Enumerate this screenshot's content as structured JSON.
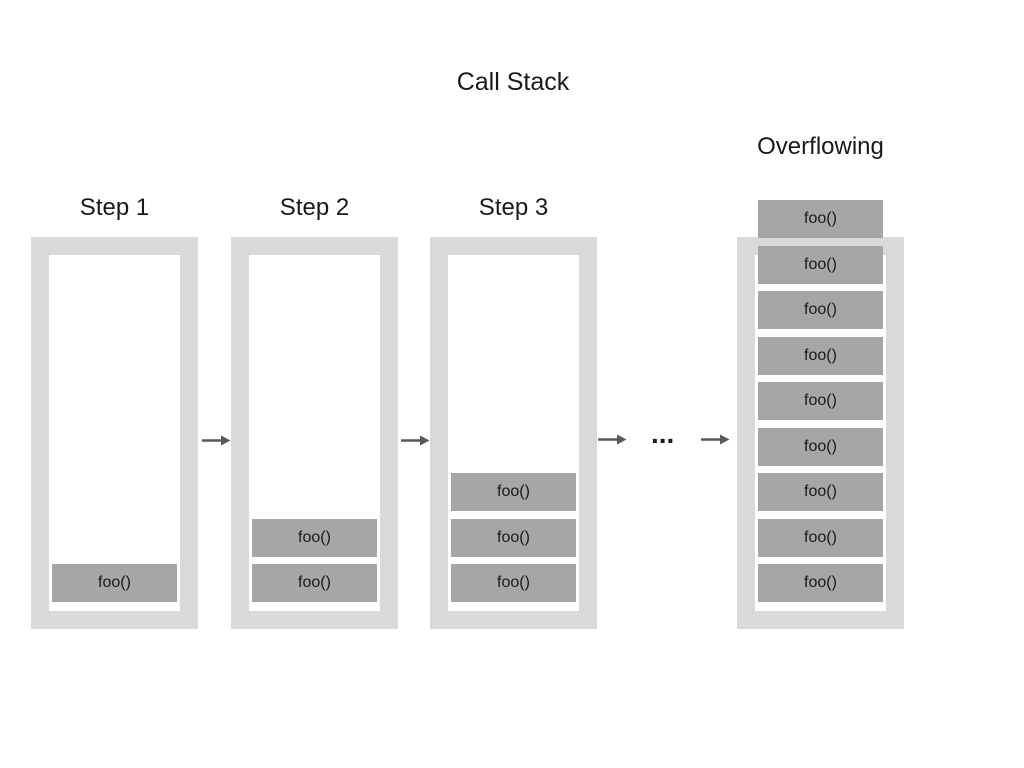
{
  "title": "Call Stack",
  "frame_label": "foo()",
  "stacks": [
    {
      "label": "Step 1",
      "frames": 1
    },
    {
      "label": "Step 2",
      "frames": 2
    },
    {
      "label": "Step 3",
      "frames": 3
    },
    {
      "label": "Overflowing",
      "frames": 9
    }
  ],
  "connectors": {
    "ellipsis": "...",
    "arrow_icon": "right-arrow"
  },
  "colors": {
    "background": "#ffffff",
    "container": "#d9d9d9",
    "inner": "#ffffff",
    "frame": "#a6a6a6",
    "text": "#1a1a1a",
    "arrow": "#595959"
  }
}
